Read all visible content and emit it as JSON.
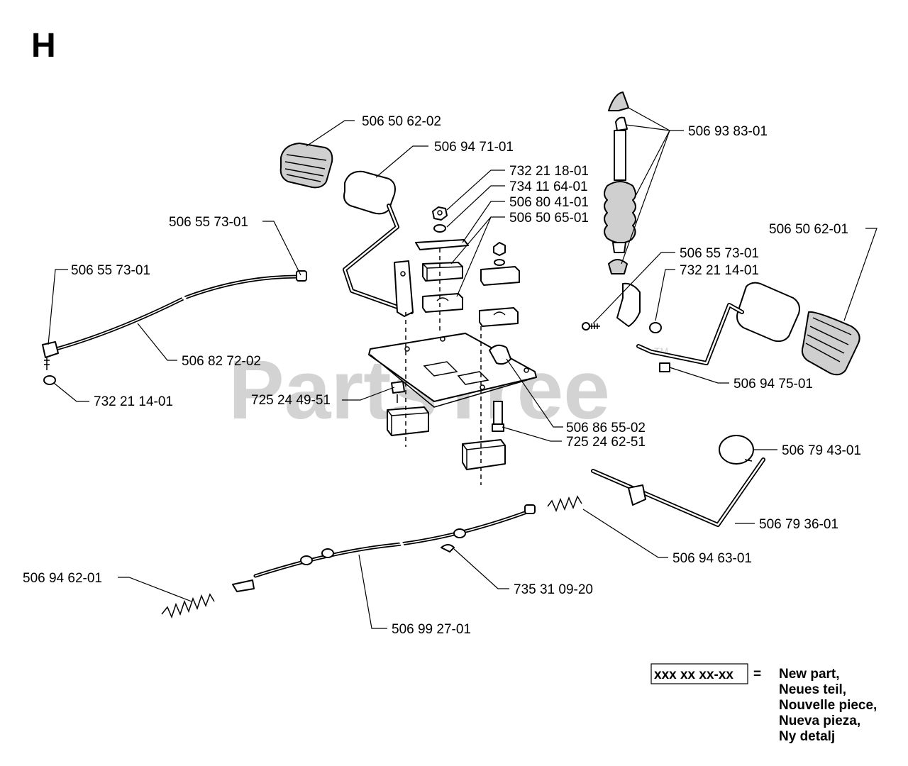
{
  "section_letter": "H",
  "watermark": "PartsTree",
  "watermark_tm": "TM",
  "callouts": {
    "c1": "506 50 62-02",
    "c2": "506 94 71-01",
    "c3": "732 21 18-01",
    "c4": "734 11 64-01",
    "c5": "506 80 41-01",
    "c6": "506 50 65-01",
    "c7": "506 93 83-01",
    "c8": "506 55 73-01",
    "c9": "506 50 62-01",
    "c10": "506 55 73-01",
    "c11": "732 21 14-01",
    "c12": "506 55 73-01",
    "c13": "506 82 72-02",
    "c14": "732 21 14-01",
    "c15": "725 24 49-51",
    "c16": "506 86 55-02",
    "c17": "725 24 62-51",
    "c18": "506 94 75-01",
    "c19": "506 79 43-01",
    "c20": "506 79 36-01",
    "c21": "506 94 63-01",
    "c22": "735 31 09-20",
    "c23": "506 94 62-01",
    "c24": "506 99 27-01"
  },
  "legend": {
    "code": "xxx xx xx-xx",
    "equals": "=",
    "lines": [
      "New part,",
      "Neues teil,",
      "Nouvelle piece,",
      "Nueva pieza,",
      "Ny detalj"
    ]
  }
}
